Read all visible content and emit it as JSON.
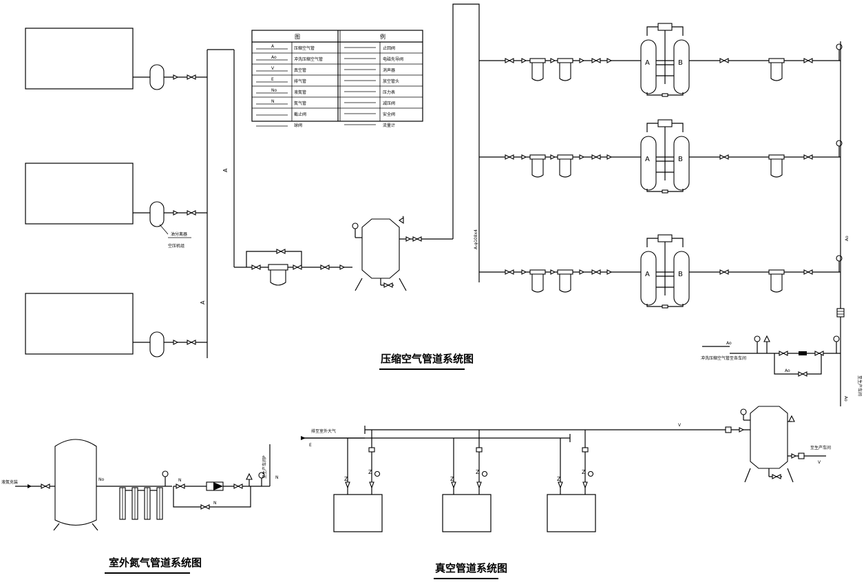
{
  "titles": {
    "compressed_air": "压缩空气管道系统图",
    "nitrogen": "室外氮气管道系统图",
    "vacuum": "真空管道系统图"
  },
  "legend": {
    "header_left": "图",
    "header_right": "例",
    "rows": [
      {
        "code": "A",
        "name": "压缩空气管",
        "symbol_name": "止回阀"
      },
      {
        "code": "Ao",
        "name": "冲洗压缩空气管",
        "symbol_name": "电磁先导阀"
      },
      {
        "code": "V",
        "name": "真空管",
        "symbol_name": "消声器"
      },
      {
        "code": "E",
        "name": "排气管",
        "symbol_name": "放空管头"
      },
      {
        "code": "No",
        "name": "液氮管",
        "symbol_name": "压力表"
      },
      {
        "code": "N",
        "name": "氮气管",
        "symbol_name": "减压阀"
      },
      {
        "code": "",
        "name": "截止阀",
        "symbol_name": "安全阀"
      },
      {
        "code": "",
        "name": "球阀",
        "symbol_name": "流量计"
      }
    ]
  },
  "labels": {
    "dryer_a": "A",
    "dryer_b": "B",
    "pipe_a": "A",
    "pipe_ao": "Ao",
    "pipe_v": "V",
    "pipe_e": "E",
    "pipe_n": "N",
    "pipe_no": "No",
    "main_pipe_spec": "A-φ108x4",
    "filter_note_1": "油分离器",
    "filter_note_2": "空压机组",
    "flush_note": "冲洗压缩空气管至各车间",
    "to_workshop": "至生产车间",
    "supply_note": "液氮充装",
    "n_to_workshop": "至生产车间P",
    "vacuum_exhaust": "排至室外大气",
    "vacuum_to_workshop": "至生产车间"
  }
}
